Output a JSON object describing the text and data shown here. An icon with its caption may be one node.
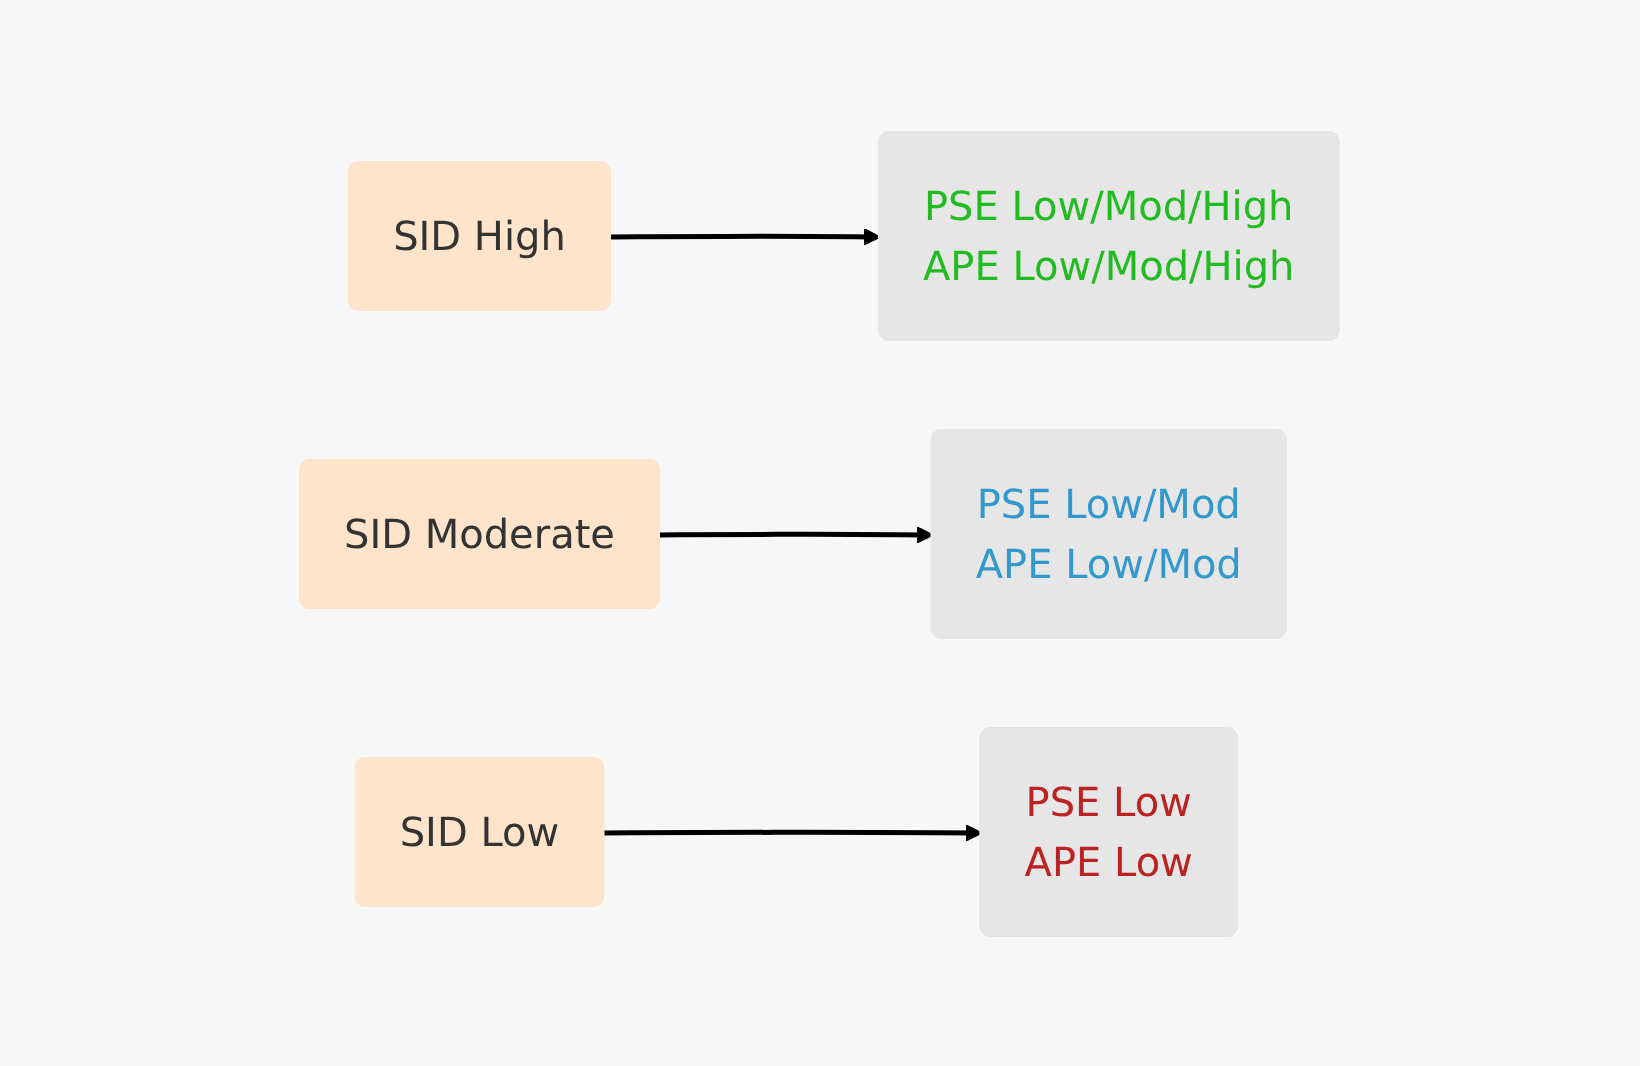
{
  "diagram": {
    "nodes": [
      {
        "text": [
          "SID High"
        ]
      },
      {
        "text": [
          "PSE Low/Mod/High",
          "APE Low/Mod/High"
        ]
      },
      {
        "text": [
          "SID Moderate"
        ]
      },
      {
        "text": [
          "PSE Low/Mod",
          "APE Low/Mod"
        ]
      },
      {
        "text": [
          "SID Low"
        ]
      },
      {
        "text": [
          "PSE Low",
          "APE Low"
        ]
      }
    ],
    "edges": [
      {
        "from": 0,
        "to": 1,
        "arrow": "to"
      },
      {
        "from": 2,
        "to": 3,
        "arrow": "to"
      },
      {
        "from": 4,
        "to": 5,
        "arrow": "to"
      }
    ]
  }
}
